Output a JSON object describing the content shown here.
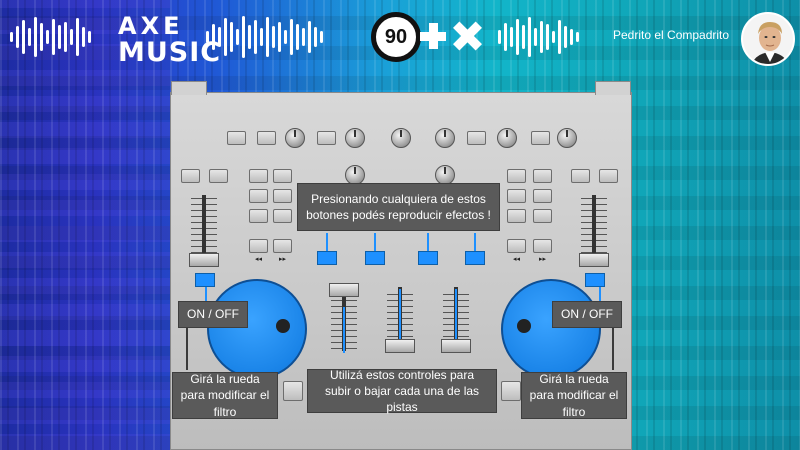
{
  "header": {
    "logo_top": "AXE",
    "logo_bottom": "MUSIC",
    "score": "90",
    "user_name": "Pedrito el Compadrito",
    "icons": [
      "plus-icon",
      "close-icon"
    ]
  },
  "tooltips": {
    "effects": "Presionando cualquiera de estos botones podés reproducir efectos !",
    "onoff_left": "ON / OFF",
    "onoff_right": "ON / OFF",
    "wheel_left": "Girá la rueda para modificar el filtro",
    "wheel_right": "Girá la rueda para modificar el filtro",
    "faders": "Utilizá estos controles para subir o bajar cada una de las pistas"
  },
  "colors": {
    "accent": "#1e90ff",
    "tooltip_bg": "#5a5a5a",
    "console": "#cfcfcf"
  }
}
